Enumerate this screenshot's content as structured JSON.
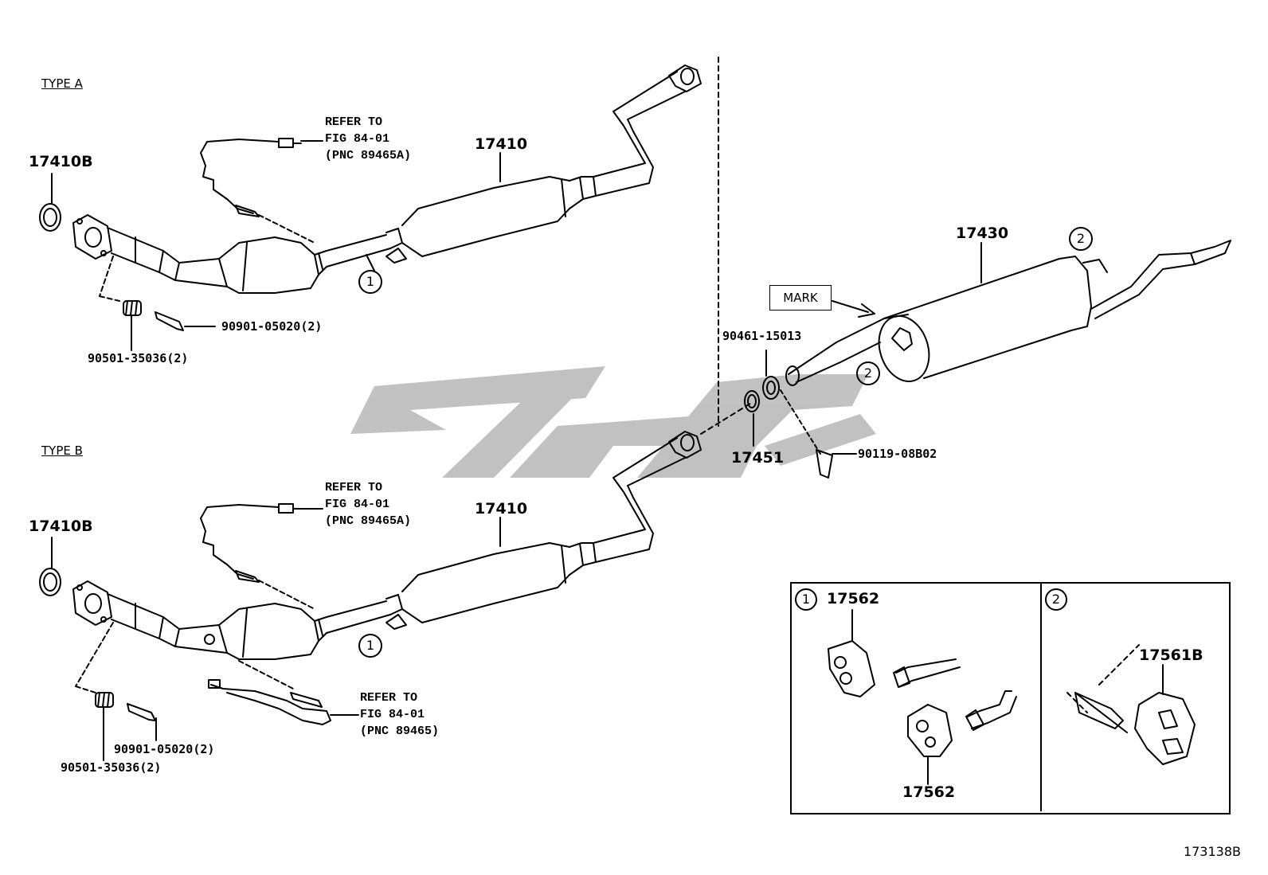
{
  "type_labels": {
    "a": "TYPE A",
    "b": "TYPE B"
  },
  "refer": {
    "a": [
      "REFER TO",
      "FIG 84-01",
      "(PNC 89465A)"
    ],
    "b_upper": [
      "REFER TO",
      "FIG 84-01",
      "(PNC 89465A)"
    ],
    "b_lower": [
      "REFER TO",
      "FIG 84-01",
      "(PNC 89465)"
    ]
  },
  "parts": {
    "gasket_front_a": "17410B",
    "gasket_front_b": "17410B",
    "pipe_a": "17410",
    "pipe_b": "17410",
    "muffler": "17430",
    "bolt_a": "90901-05020(2)",
    "spring_a": "90501-35036(2)",
    "bolt_b": "90901-05020(2)",
    "spring_b": "90501-35036(2)",
    "gasket_rear": "90461-15013",
    "gasket_ring": "17451",
    "rear_bolt": "90119-08B02",
    "hanger_1a": "17562",
    "hanger_1b": "17562",
    "hanger_2": "17561B"
  },
  "callouts": {
    "one": "1",
    "two": "2"
  },
  "mark_label": "MARK",
  "figure_code": "173138B",
  "colors": {
    "line": "#000000",
    "watermark": "#b3b3b3",
    "background": "#ffffff"
  }
}
